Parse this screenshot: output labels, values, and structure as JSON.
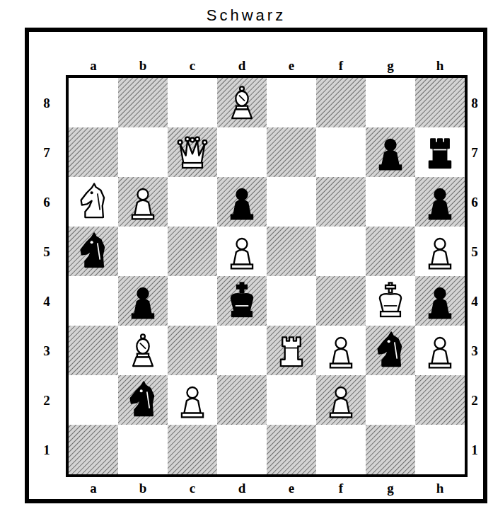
{
  "diagram": {
    "title": "Schwarz",
    "labels": [
      "a",
      "b",
      "c",
      "d",
      "e",
      "f",
      "g",
      "h",
      "8",
      "7",
      "6",
      "5",
      "4",
      "3",
      "2",
      "1",
      "8",
      "7",
      "6",
      "5",
      "4",
      "3",
      "2",
      "1",
      "a",
      "b",
      "c",
      "d",
      "e",
      "f",
      "g",
      "h"
    ]
  }
}
